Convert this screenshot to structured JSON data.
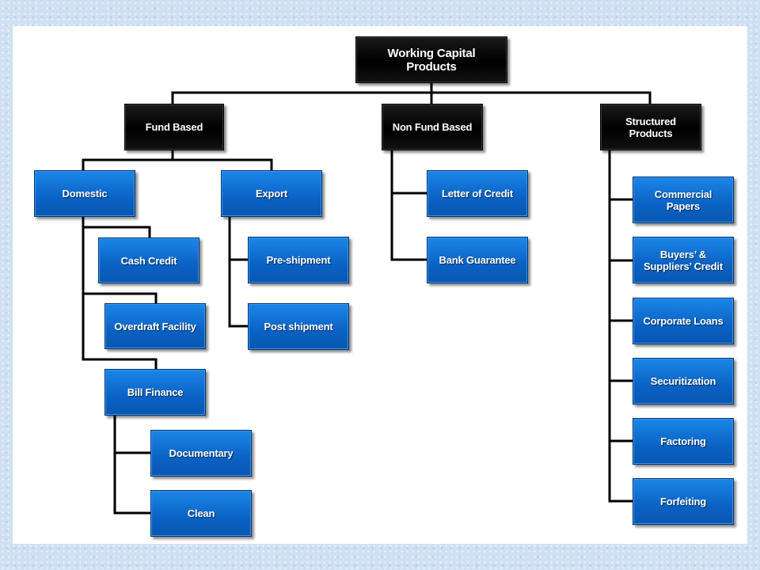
{
  "diagram": {
    "root": {
      "label": "Working Capital\nProducts"
    },
    "categories": {
      "fund_based": {
        "label": "Fund Based"
      },
      "non_fund_based": {
        "label": "Non Fund Based"
      },
      "structured": {
        "label": "Structured\nProducts"
      }
    },
    "fund_based_children": {
      "domestic": {
        "label": "Domestic"
      },
      "export": {
        "label": "Export"
      }
    },
    "domestic_items": {
      "cash_credit": {
        "label": "Cash Credit"
      },
      "overdraft": {
        "label": "Overdraft Facility"
      },
      "bill_finance": {
        "label": "Bill Finance"
      }
    },
    "bill_finance_items": {
      "documentary": {
        "label": "Documentary"
      },
      "clean": {
        "label": "Clean"
      }
    },
    "export_items": {
      "pre_shipment": {
        "label": "Pre-shipment"
      },
      "post_shipment": {
        "label": "Post shipment"
      }
    },
    "non_fund_items": {
      "letter_of_credit": {
        "label": "Letter of Credit"
      },
      "bank_guarantee": {
        "label": "Bank Guarantee"
      }
    },
    "structured_items": {
      "commercial_papers": {
        "label": "Commercial\nPapers"
      },
      "buyers_suppliers_credit": {
        "label": "Buyers’ &\nSuppliers’ Credit"
      },
      "corporate_loans": {
        "label": "Corporate Loans"
      },
      "securitization": {
        "label": "Securitization"
      },
      "factoring": {
        "label": "Factoring"
      },
      "forfeiting": {
        "label": "Forfeiting"
      }
    },
    "colors": {
      "category_fill": "#000000",
      "leaf_fill": "#0a62c4",
      "connector": "#000000",
      "background": "#cfe0f3"
    }
  }
}
